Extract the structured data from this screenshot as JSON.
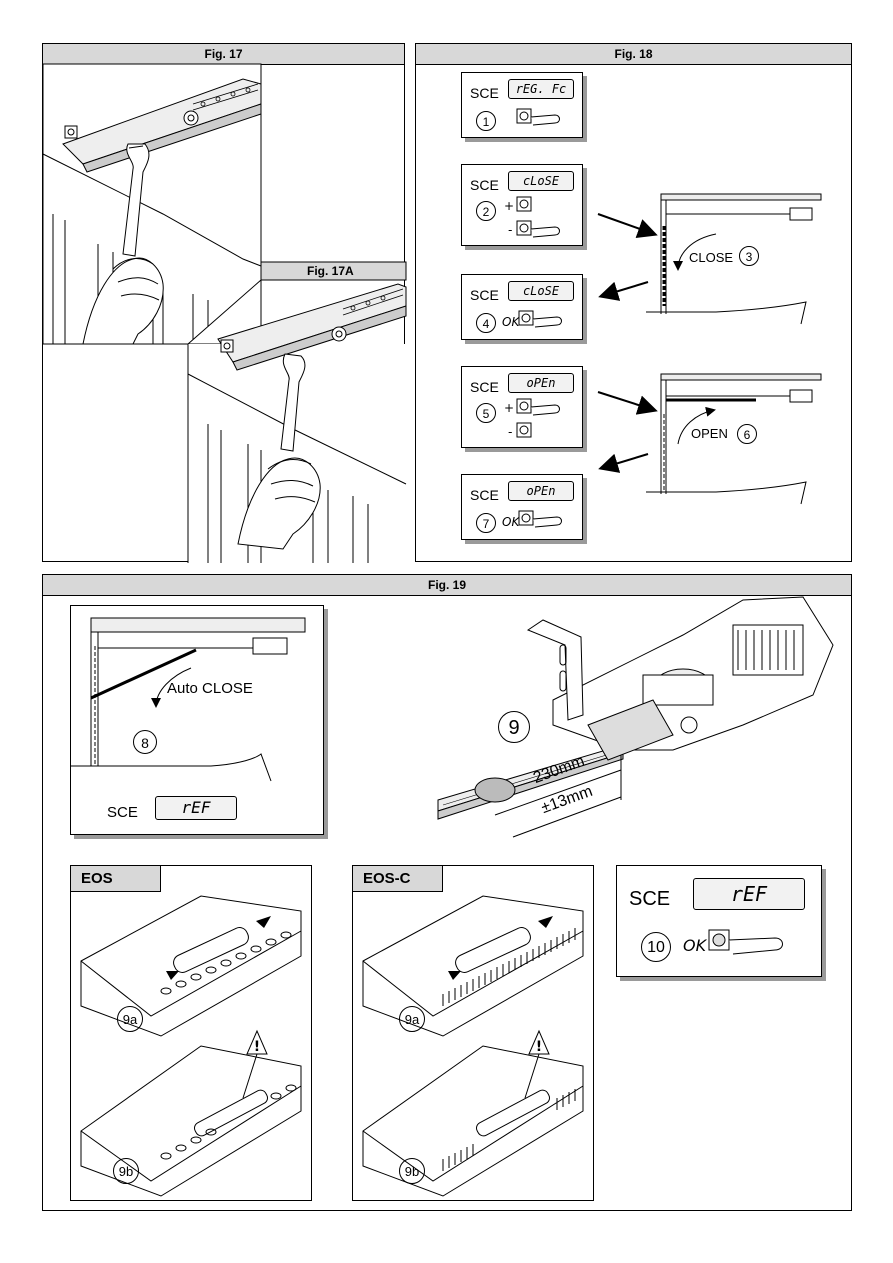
{
  "fig17": {
    "title": "Fig. 17"
  },
  "fig17a": {
    "title": "Fig. 17A"
  },
  "fig18": {
    "title": "Fig. 18",
    "steps": [
      {
        "sce": "SCE",
        "display": "rEG. Fc",
        "num": "1"
      },
      {
        "sce": "SCE",
        "display": "cLoSE",
        "num": "2",
        "plus": "+",
        "minus": "-"
      },
      {
        "sce": "SCE",
        "display": "cLoSE",
        "num": "4",
        "ok": "OK"
      },
      {
        "sce": "SCE",
        "display": "oPEn",
        "num": "5",
        "plus": "+",
        "minus": "-"
      },
      {
        "sce": "SCE",
        "display": "oPEn",
        "num": "7",
        "ok": "OK"
      }
    ],
    "close_label": "CLOSE",
    "close_num": "3",
    "open_label": "OPEN",
    "open_num": "6"
  },
  "fig19": {
    "title": "Fig. 19",
    "auto_close_label": "Auto CLOSE",
    "auto_num": "8",
    "auto_sce": "SCE",
    "auto_display": "rEF",
    "step9_num": "9",
    "dim1": "230mm",
    "dim2": "±13mm",
    "eos_tag": "EOS",
    "eosc_tag": "EOS-C",
    "sub_a": "9a",
    "sub_b": "9b",
    "step10_sce": "SCE",
    "step10_display": "rEF",
    "step10_num": "10",
    "step10_ok": "OK"
  }
}
